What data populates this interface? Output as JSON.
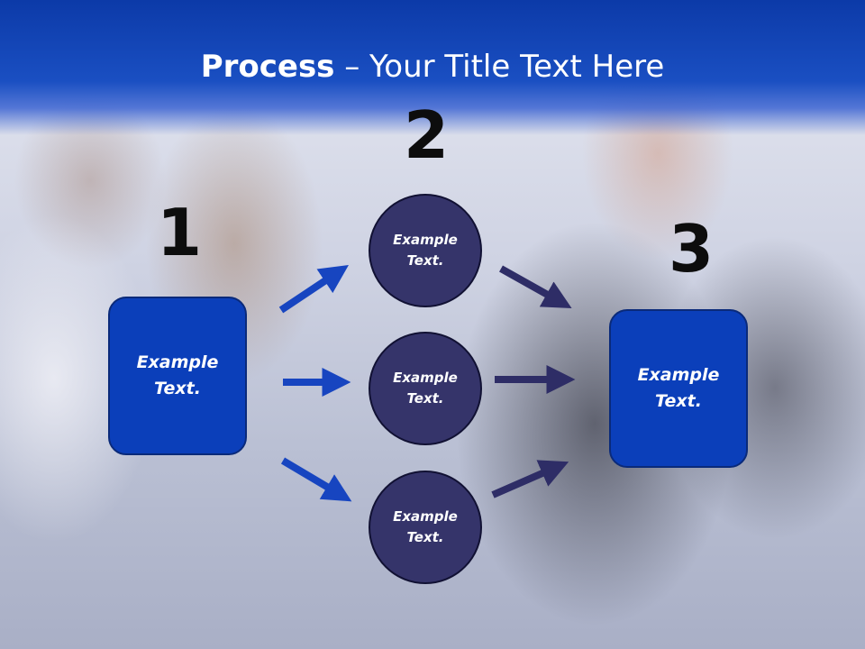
{
  "slide": {
    "title_bold": "Process",
    "title_rest": " – Your Title Text Here",
    "steps": [
      "1",
      "2",
      "3"
    ],
    "left_box": {
      "text": "Example Text."
    },
    "circles": [
      {
        "text": "Example Text."
      },
      {
        "text": "Example Text."
      },
      {
        "text": "Example Text."
      }
    ],
    "right_box": {
      "text": "Example Text."
    }
  },
  "colors": {
    "header": "#0c3aa8",
    "box_fill": "#0b3fba",
    "circle_fill": "#35346a",
    "arrow_blue": "#1745c0",
    "arrow_navy": "#2e2d66"
  }
}
